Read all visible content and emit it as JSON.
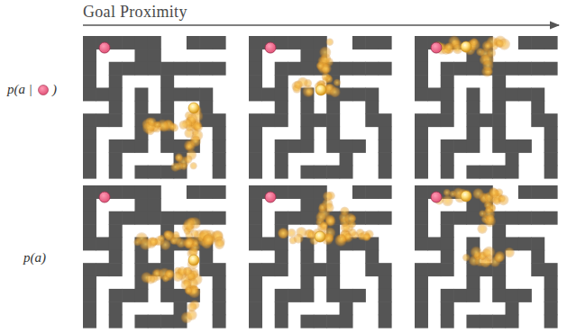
{
  "diagram": {
    "labels": [
      "Goal Proximity",
      "p(a |",
      ")",
      "p(a)"
    ]
  }
}
